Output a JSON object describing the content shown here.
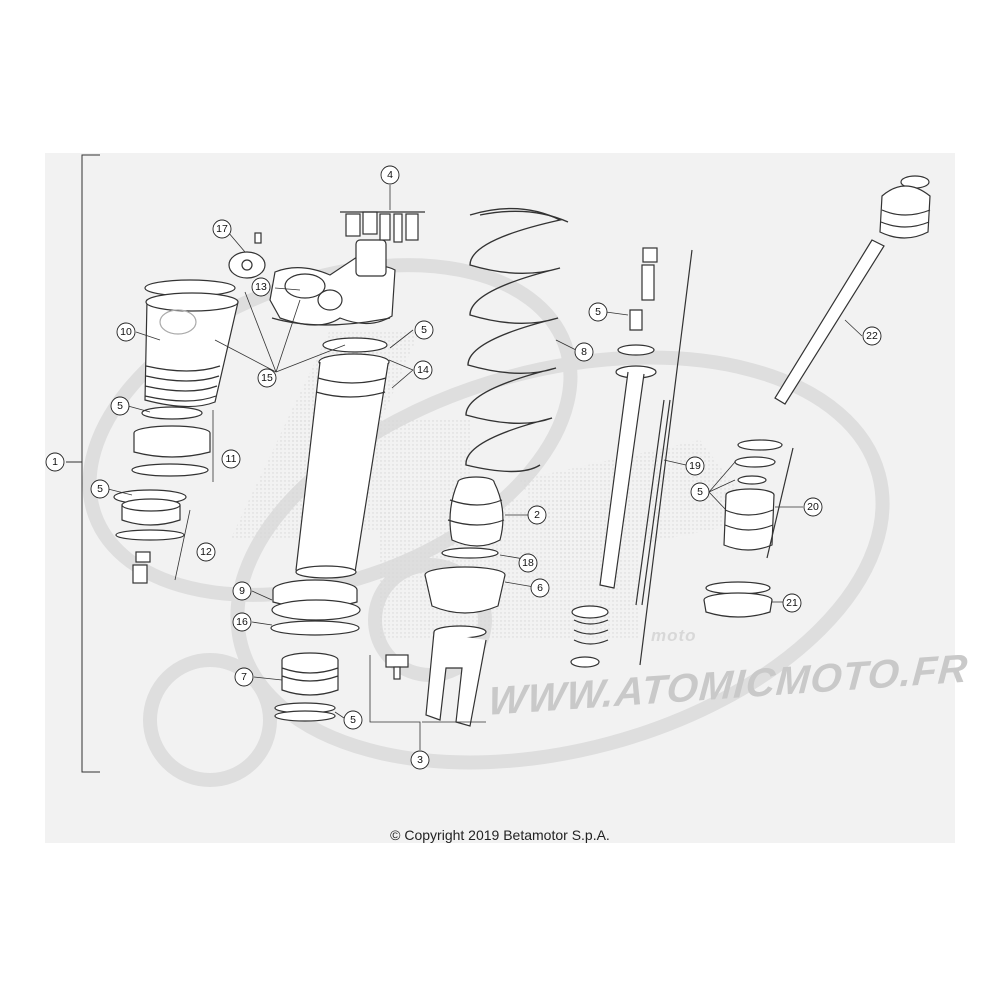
{
  "diagram": {
    "copyright": "© Copyright 2019 Betamotor S.p.A.",
    "watermark": {
      "url": "WWW.ATOMICMOTO.FR",
      "logo_text": "moto"
    },
    "callouts": [
      "1",
      "2",
      "3",
      "4",
      "5",
      "6",
      "7",
      "8",
      "9",
      "10",
      "11",
      "12",
      "13",
      "14",
      "15",
      "16",
      "17",
      "18",
      "19",
      "20",
      "21",
      "22"
    ]
  }
}
